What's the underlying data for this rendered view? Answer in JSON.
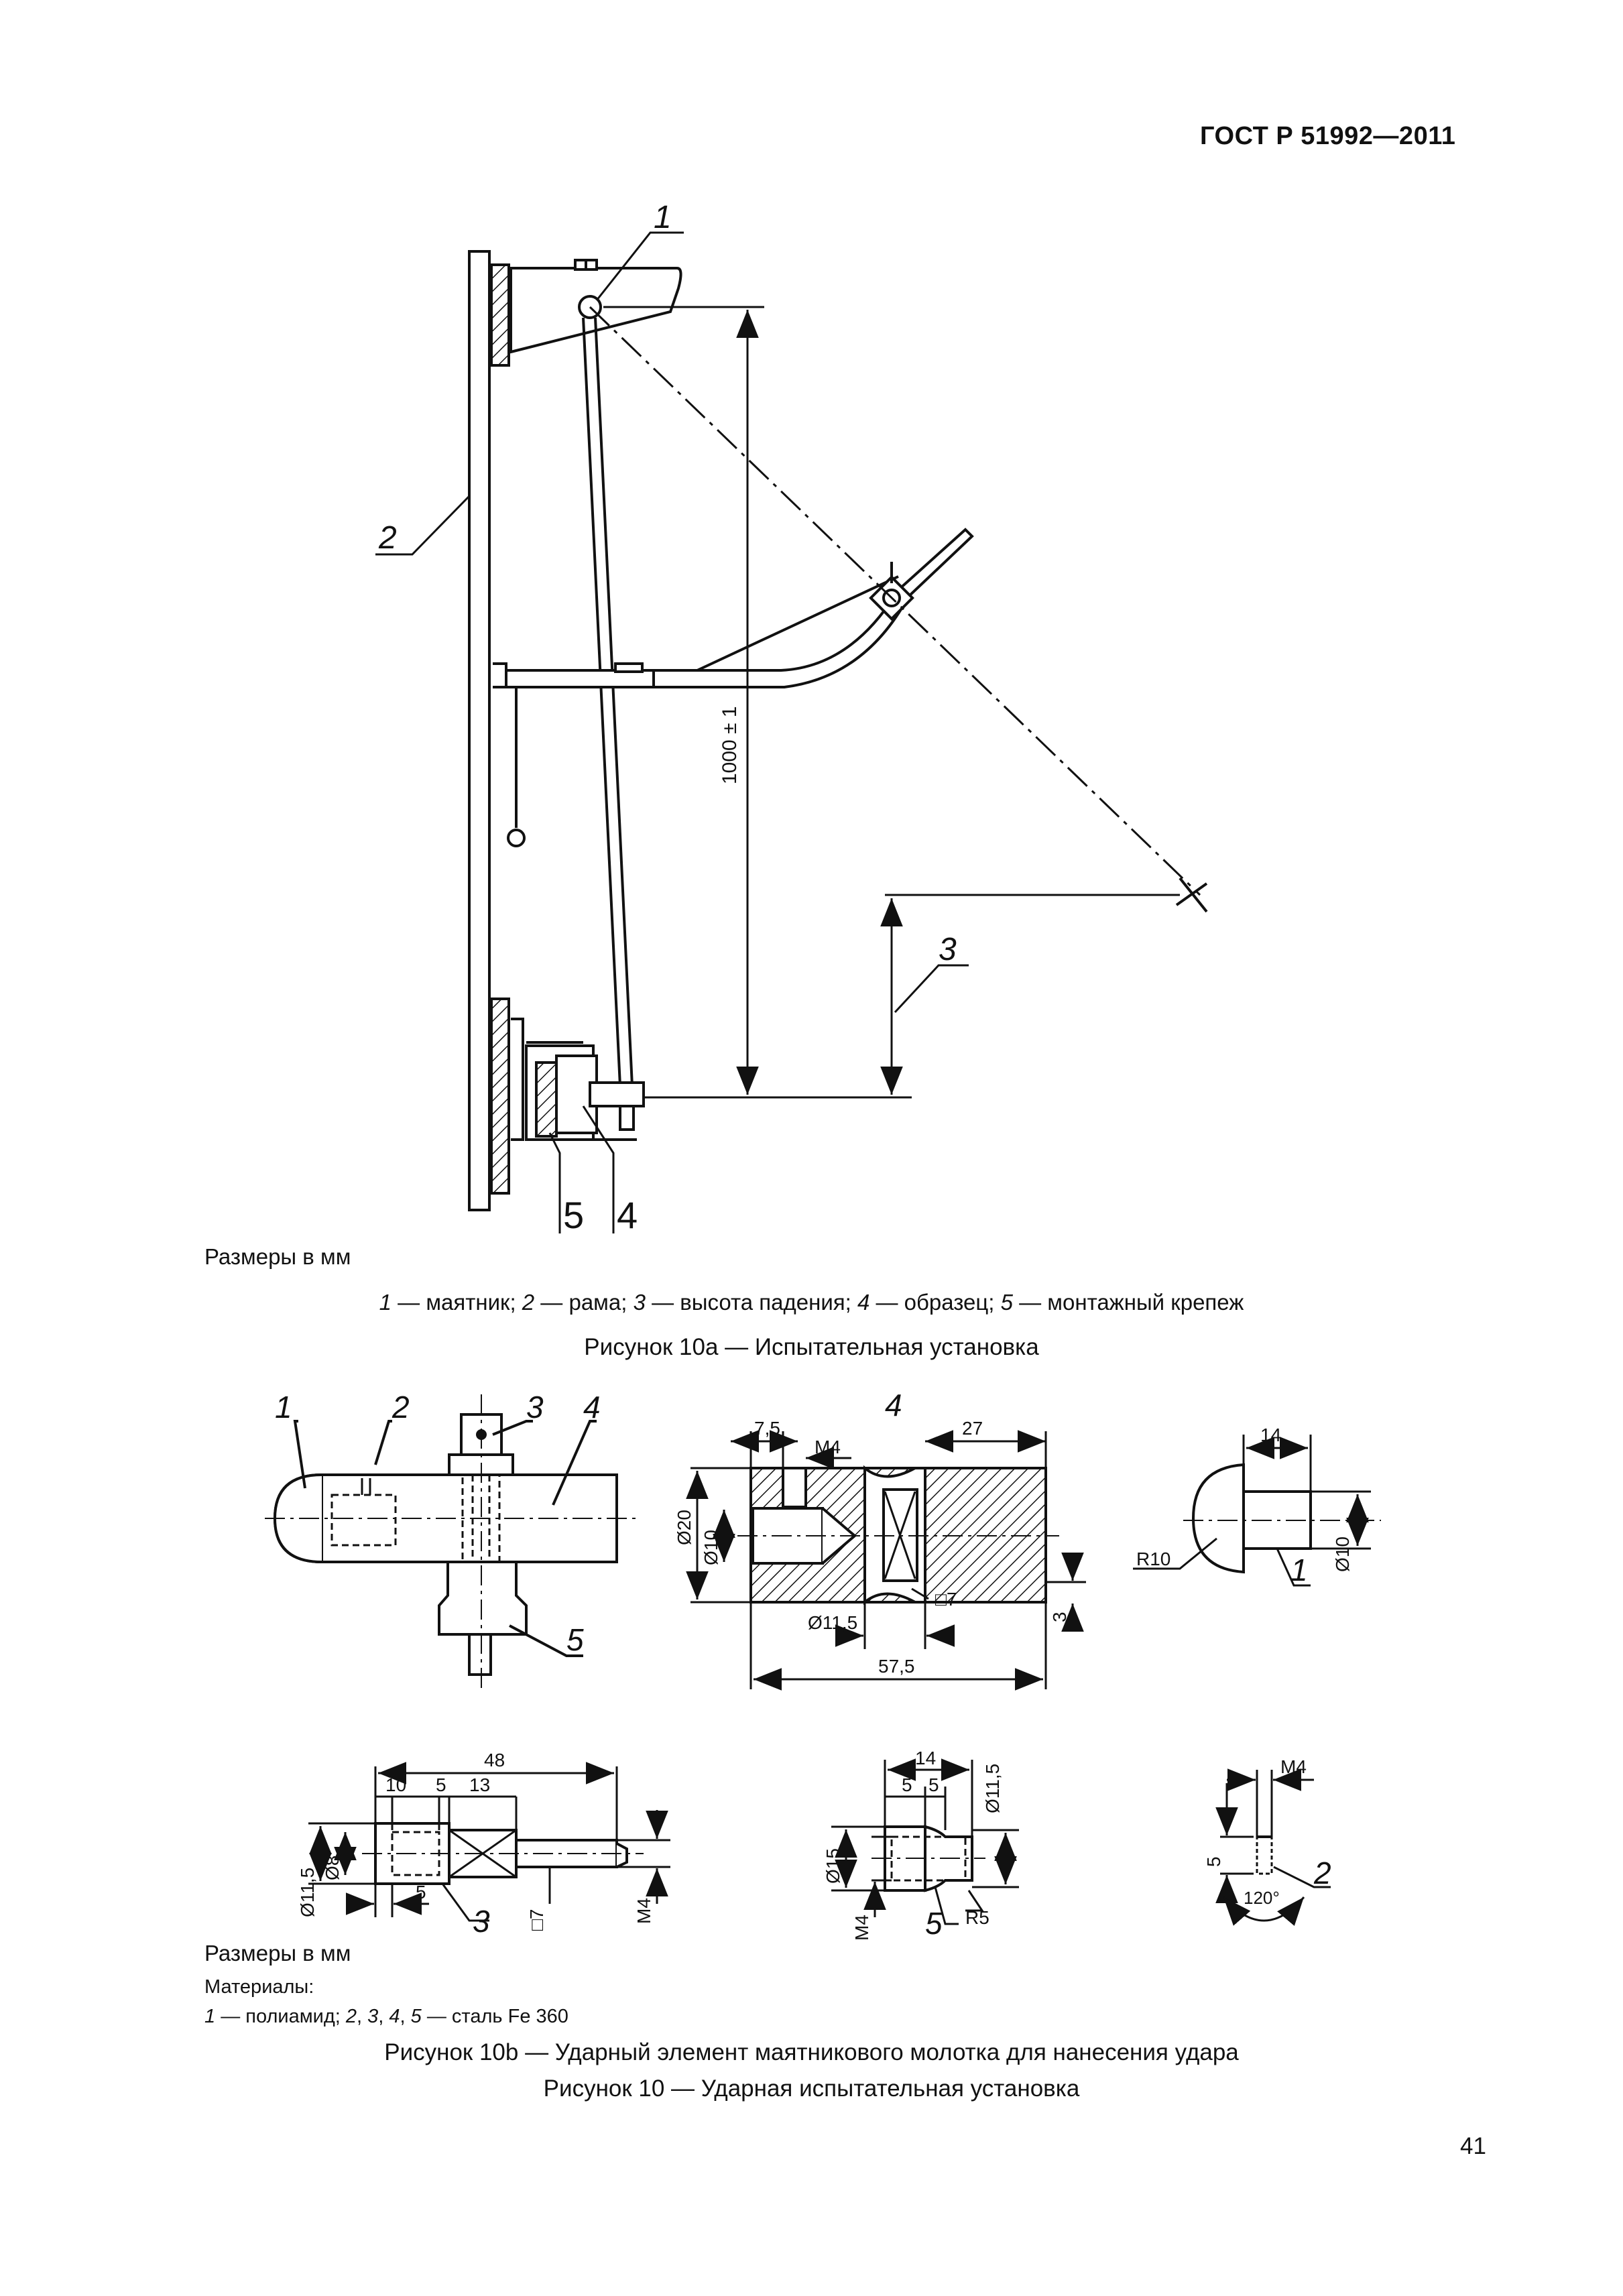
{
  "header": {
    "standard": "ГОСТ Р 51992—2011"
  },
  "figure_10a": {
    "callouts": [
      "1",
      "2",
      "3",
      "4",
      "5"
    ],
    "dimension": "1000 ± 1",
    "units_note": "Размеры в мм",
    "legend": [
      {
        "num": "1",
        "text": " — маятник; "
      },
      {
        "num": "2",
        "text": " — рама; "
      },
      {
        "num": "3",
        "text": " — высота падения; "
      },
      {
        "num": "4",
        "text": " — образец; "
      },
      {
        "num": "5",
        "text": " — монтажный крепеж"
      }
    ],
    "caption": "Рисунок 10а — Испытательная установка"
  },
  "figure_10b": {
    "assembly_callouts": [
      "1",
      "2",
      "3",
      "4",
      "5"
    ],
    "part4": {
      "callout": "4",
      "dims": [
        "7,5",
        "M4",
        "27",
        "Ø20",
        "Ø10",
        "□7",
        "3",
        "Ø11,5",
        "57,5"
      ]
    },
    "part1": {
      "callout": "1",
      "dims": [
        "14",
        "R10",
        "Ø10"
      ]
    },
    "part3": {
      "callout": "3",
      "dims": [
        "48",
        "10",
        "5",
        "13",
        "Ø11,5",
        "Ø8",
        "5",
        "□7",
        "M4"
      ]
    },
    "part5": {
      "callout": "5",
      "dims": [
        "14",
        "5",
        "5",
        "Ø11,5",
        "Ø15",
        "M4",
        "R5"
      ]
    },
    "part2": {
      "callout": "2",
      "dims": [
        "M4",
        "5",
        "120°"
      ]
    },
    "units_note": "Размеры в мм",
    "materials_title": "Материалы:",
    "materials": {
      "n1": "1",
      "t1": " — полиамид; ",
      "n2": "2",
      "s1": ", ",
      "n3": "3",
      "s2": ", ",
      "n4": "4",
      "s3": ", ",
      "n5": "5",
      "t2": " — сталь Fe 360"
    },
    "caption": "Рисунок 10b — Ударный элемент маятникового молотка  для нанесения  удара"
  },
  "figure_10": {
    "caption": "Рисунок 10 — Ударная испытательная установка"
  },
  "page_number": "41"
}
